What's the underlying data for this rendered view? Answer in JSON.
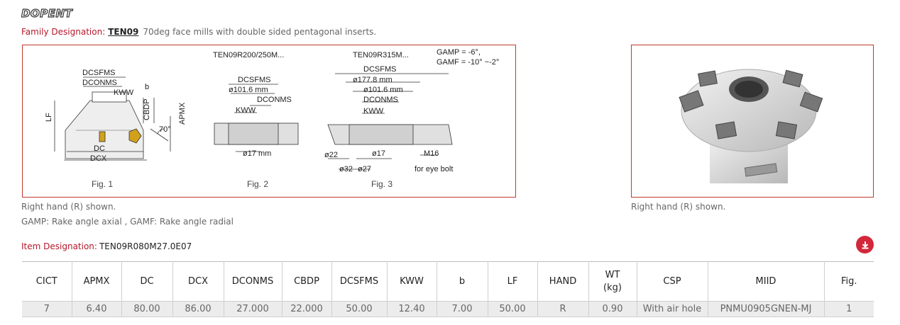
{
  "brand": {
    "logo_text": "DOPENT"
  },
  "family": {
    "label": "Family Designation:",
    "code": "TEN09",
    "description": "70deg face mills with double sided pentagonal inserts."
  },
  "drawing": {
    "fig2_title": "TEN09R200/250M...",
    "fig3_title": "TEN09R315M...",
    "gamp": "GAMP = -6°,",
    "gamf": "GAMF = -10° ~-2°",
    "labels": {
      "dcsfms": "DCSFMS",
      "dconms": "DCONMS",
      "kww": "KWW",
      "b": "b",
      "lf": "LF",
      "cbdp": "CBDP",
      "apmx": "APMX",
      "angle": "70°",
      "dc": "DC",
      "dcx": "DCX",
      "d1016": "ø101.6 mm",
      "d17mm": "ø17 mm",
      "d1778": "ø177.8 mm",
      "d22": "ø22",
      "d17": "ø17",
      "d32": "ø32",
      "d27": "ø27",
      "m16": "M16",
      "eye_bolt": "for eye bolt"
    },
    "captions": [
      "Fig. 1",
      "Fig. 2",
      "Fig. 3"
    ]
  },
  "notes": {
    "left_1": "Right hand (R) shown.",
    "left_2": "GAMP: Rake angle axial , GAMF: Rake angle radial",
    "right_1": "Right hand (R) shown."
  },
  "item": {
    "label": "Item Designation:",
    "value": "TEN09R080M27.0E07"
  },
  "table": {
    "headers": [
      "CICT",
      "APMX",
      "DC",
      "DCX",
      "DCONMS",
      "CBDP",
      "DCSFMS",
      "KWW",
      "b",
      "LF",
      "HAND",
      "WT",
      "CSP",
      "MIID",
      "Fig."
    ],
    "wt_unit": "(kg)",
    "row": [
      "7",
      "6.40",
      "80.00",
      "86.00",
      "27.000",
      "22.000",
      "50.00",
      "12.40",
      "7.00",
      "50.00",
      "R",
      "0.90",
      "With air hole",
      "PNMU0905GNEN-MJ",
      "1"
    ]
  },
  "colors": {
    "accent": "#b4182a",
    "border": "#c0392b",
    "row_bg": "#ececec"
  },
  "icons": {
    "download": "download-icon"
  }
}
